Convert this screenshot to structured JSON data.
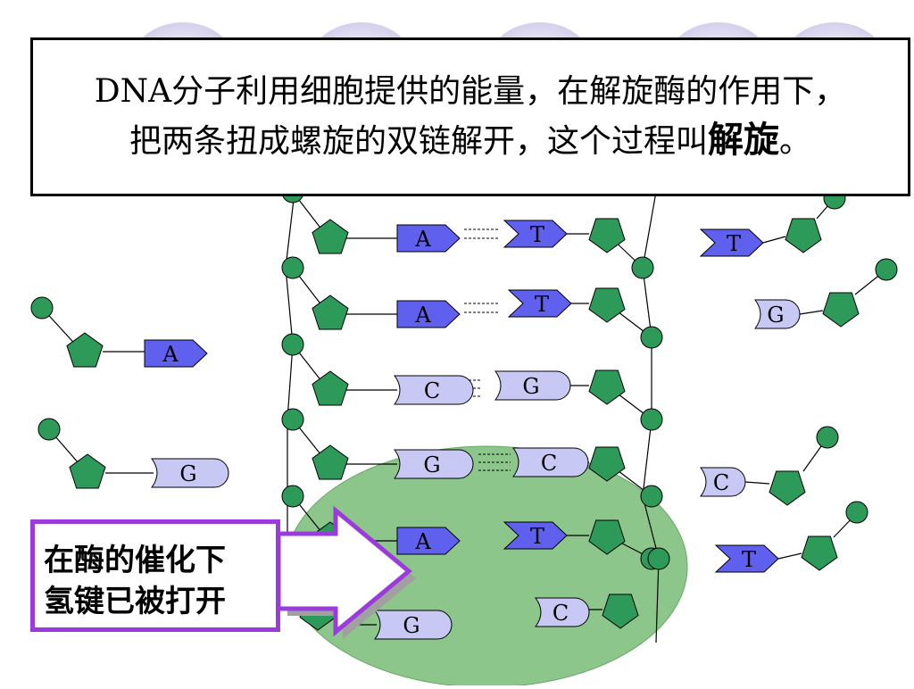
{
  "title": {
    "line1_prefix": "DNA分子利用细胞提供的",
    "line1_energy": "能量",
    "line1_mid": "，在",
    "line1_enzyme": "解旋酶",
    "line1_suffix": "的作用下，",
    "line2_prefix": "把两条扭成螺旋的双链解开，这个过程叫",
    "line2_term": "解旋",
    "line2_suffix": "。"
  },
  "callout": {
    "line1": "在酶的催化下",
    "line2": "氢键已被打开"
  },
  "bases": {
    "a": "A",
    "t": "T",
    "g": "G",
    "c": "C"
  },
  "colors": {
    "phosphate": "#2e9a5a",
    "sugar": "#2e9a5a",
    "purine_at": "#6060ee",
    "pyrimidine_gc": "#c8c8f4",
    "enzyme_region": "#8cc68a",
    "callout_border": "#9b3bdc",
    "background_circles": "#d8d4ee"
  }
}
